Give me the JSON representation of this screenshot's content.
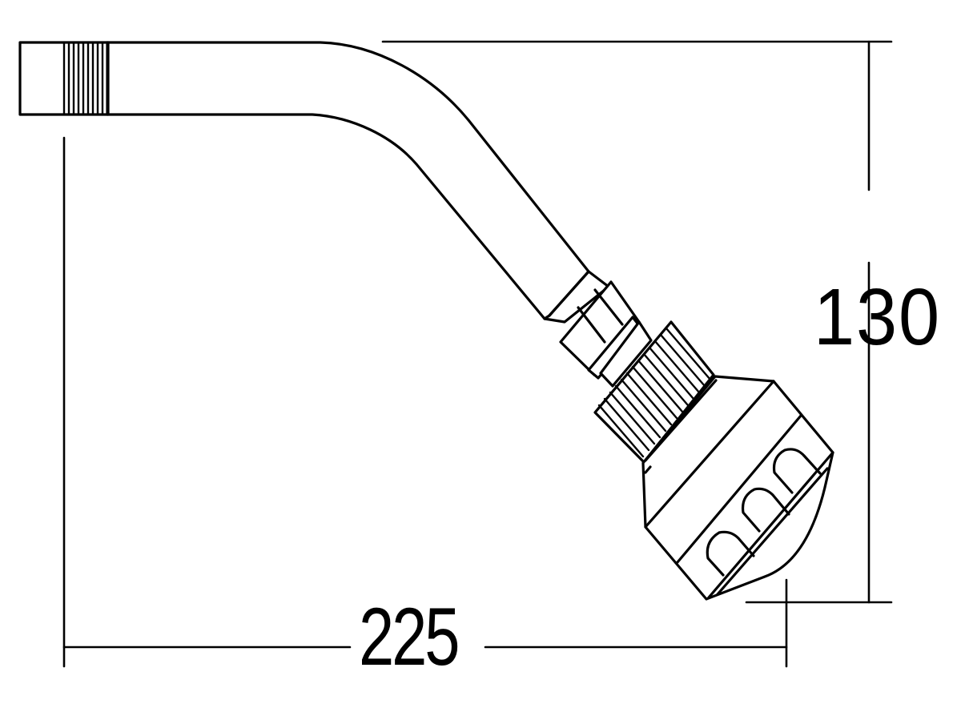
{
  "drawing": {
    "subject": "shower-arm-with-shower-head",
    "line_color": "#000000",
    "background_color": "#ffffff"
  },
  "dimensions": {
    "height": {
      "value": "130",
      "orientation": "vertical"
    },
    "width": {
      "value": "225",
      "orientation": "horizontal"
    }
  }
}
